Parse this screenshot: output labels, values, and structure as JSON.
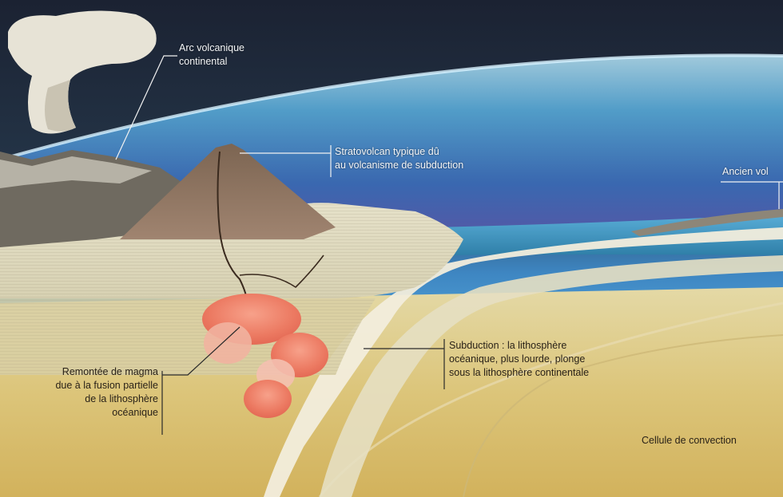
{
  "labels": {
    "arc": {
      "line1": "Arc volcanique",
      "line2": "continental"
    },
    "strato": {
      "line1": "Stratovolcan typique dû",
      "line2": "au volcanisme de subduction"
    },
    "ancien": {
      "line1": "Ancien vol"
    },
    "subduction": {
      "line1": "Subduction : la lithosphère",
      "line2": "océanique, plus lourde, plonge",
      "line3": "sous la lithosphère continentale"
    },
    "magma": {
      "line1": "Remontée de magma",
      "line2": "due à la fusion partielle",
      "line3": "de la lithosphère",
      "line4": "océanique"
    },
    "convection": {
      "line1": "Cellule de convection"
    }
  },
  "colors": {
    "space": "#1b2433",
    "atmosphere": "#4aa0dc",
    "ocean": "#3a86b8",
    "mantle": "#d9c47a",
    "magma": "#ec7a62",
    "volcano": "#8a6e58",
    "leader_light": "#f2f2f2",
    "leader_dark": "#2a2a2a"
  }
}
